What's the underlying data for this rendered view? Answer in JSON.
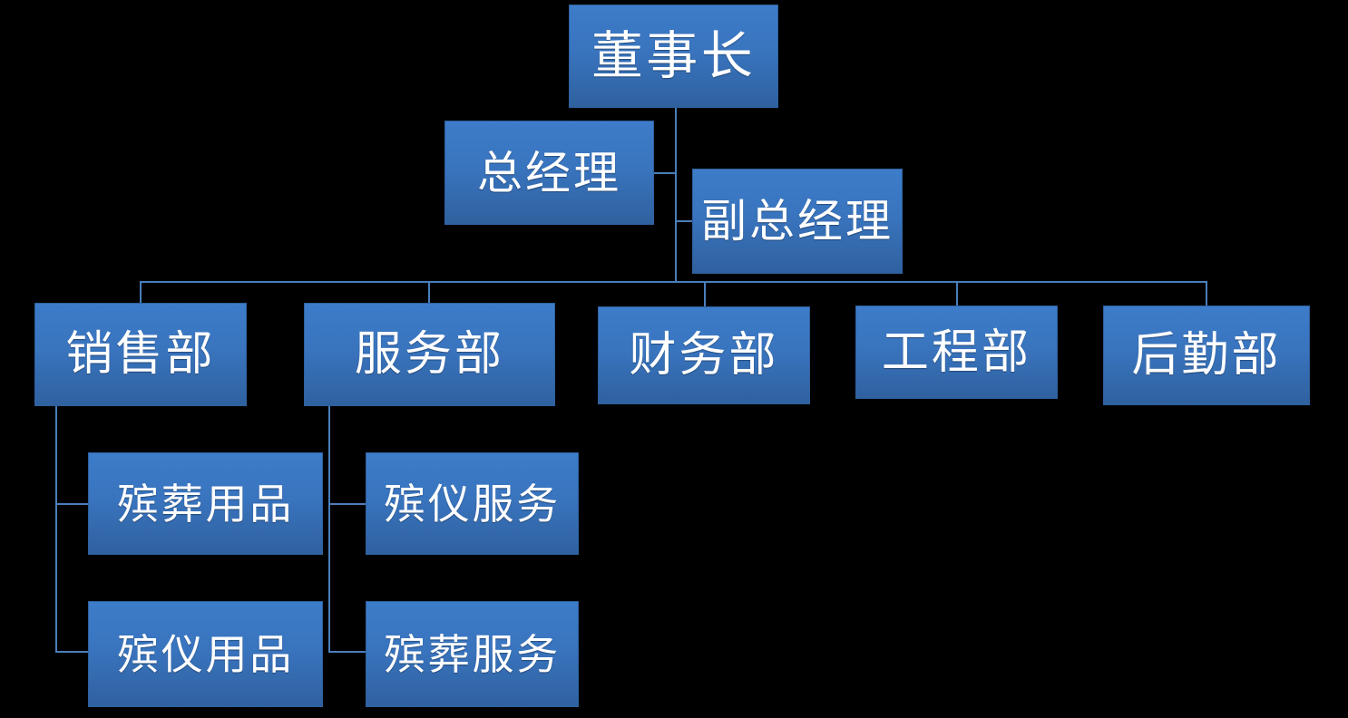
{
  "chart_data": {
    "type": "diagram",
    "subtype": "organizational-chart",
    "title": "",
    "orientation": "top-down",
    "background_color": "#000000",
    "node_fill_top": "#3d7cc9",
    "node_fill_bottom": "#2f619f",
    "node_text_color": "#ffffff",
    "connector_color": "#4a7ebb",
    "levels": [
      {
        "level": 1,
        "nodes": [
          "chairman"
        ]
      },
      {
        "level": 2,
        "nodes": [
          "general_manager",
          "deputy_general_manager"
        ]
      },
      {
        "level": 3,
        "nodes": [
          "sales",
          "service",
          "finance",
          "engineering",
          "logistics"
        ]
      },
      {
        "level": 4,
        "nodes": [
          "funeral_supplies",
          "ceremony_supplies",
          "ceremony_service",
          "funeral_service"
        ]
      }
    ],
    "edges": [
      {
        "from": "chairman",
        "to": "general_manager"
      },
      {
        "from": "chairman",
        "to": "deputy_general_manager"
      },
      {
        "from": "chairman",
        "to": "sales"
      },
      {
        "from": "chairman",
        "to": "service"
      },
      {
        "from": "chairman",
        "to": "finance"
      },
      {
        "from": "chairman",
        "to": "engineering"
      },
      {
        "from": "chairman",
        "to": "logistics"
      },
      {
        "from": "sales",
        "to": "funeral_supplies"
      },
      {
        "from": "sales",
        "to": "ceremony_supplies"
      },
      {
        "from": "service",
        "to": "ceremony_service"
      },
      {
        "from": "service",
        "to": "funeral_service"
      }
    ]
  },
  "nodes": {
    "chairman": {
      "label": "董事长"
    },
    "general_manager": {
      "label": "总经理"
    },
    "deputy_general_manager": {
      "label": "副总经理"
    },
    "sales": {
      "label": "销售部"
    },
    "service": {
      "label": "服务部"
    },
    "finance": {
      "label": "财务部"
    },
    "engineering": {
      "label": "工程部"
    },
    "logistics": {
      "label": "后勤部"
    },
    "funeral_supplies": {
      "label": "殡葬用品"
    },
    "ceremony_supplies": {
      "label": "殡仪用品"
    },
    "ceremony_service": {
      "label": "殡仪服务"
    },
    "funeral_service": {
      "label": "殡葬服务"
    }
  }
}
